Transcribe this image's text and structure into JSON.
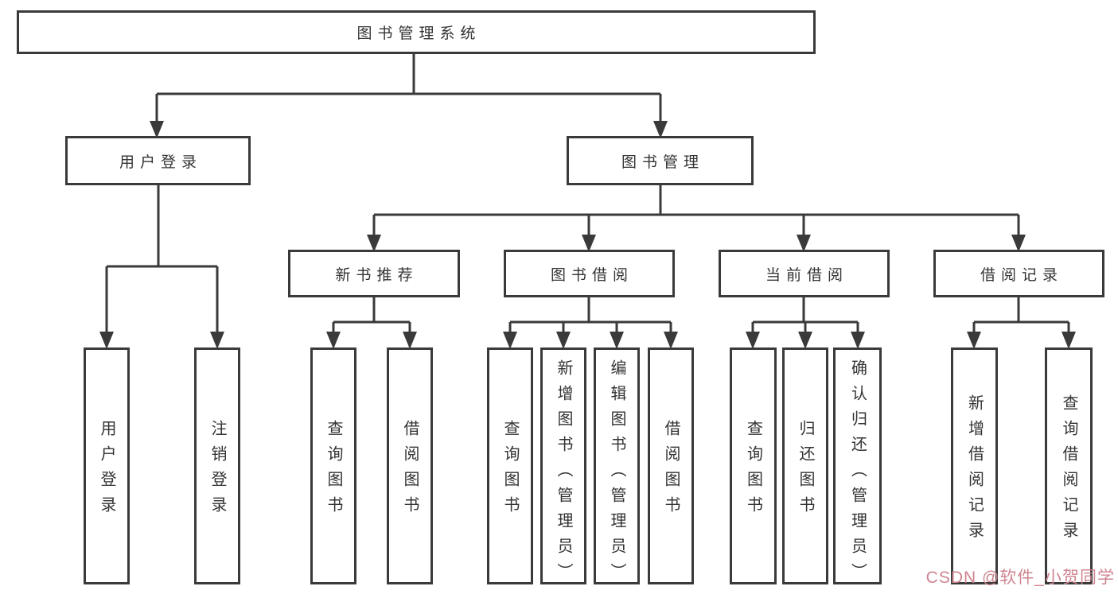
{
  "colors": {
    "line": "#3A3A3A",
    "text": "#333333",
    "background": "#FFFFFF",
    "watermark": "#CE8490"
  },
  "diagram": {
    "root": {
      "label": "图书管理系统"
    },
    "branches": [
      {
        "label": "用户登录",
        "children": [
          {
            "label": "用户登录"
          },
          {
            "label": "注销登录"
          }
        ]
      },
      {
        "label": "图书管理",
        "children": [
          {
            "label": "新书推荐",
            "children": [
              {
                "label": "查询图书"
              },
              {
                "label": "借阅图书"
              }
            ]
          },
          {
            "label": "图书借阅",
            "children": [
              {
                "label": "查询图书"
              },
              {
                "label": "新增图书（管理员）"
              },
              {
                "label": "编辑图书（管理员）"
              },
              {
                "label": "借阅图书"
              }
            ]
          },
          {
            "label": "当前借阅",
            "children": [
              {
                "label": "查询图书"
              },
              {
                "label": "归还图书"
              },
              {
                "label": "确认归还（管理员）"
              }
            ]
          },
          {
            "label": "借阅记录",
            "children": [
              {
                "label": "新增借阅记录"
              },
              {
                "label": "查询借阅记录"
              }
            ]
          }
        ]
      }
    ]
  },
  "watermark": {
    "text": "CSDN @软件_小贺同学"
  }
}
